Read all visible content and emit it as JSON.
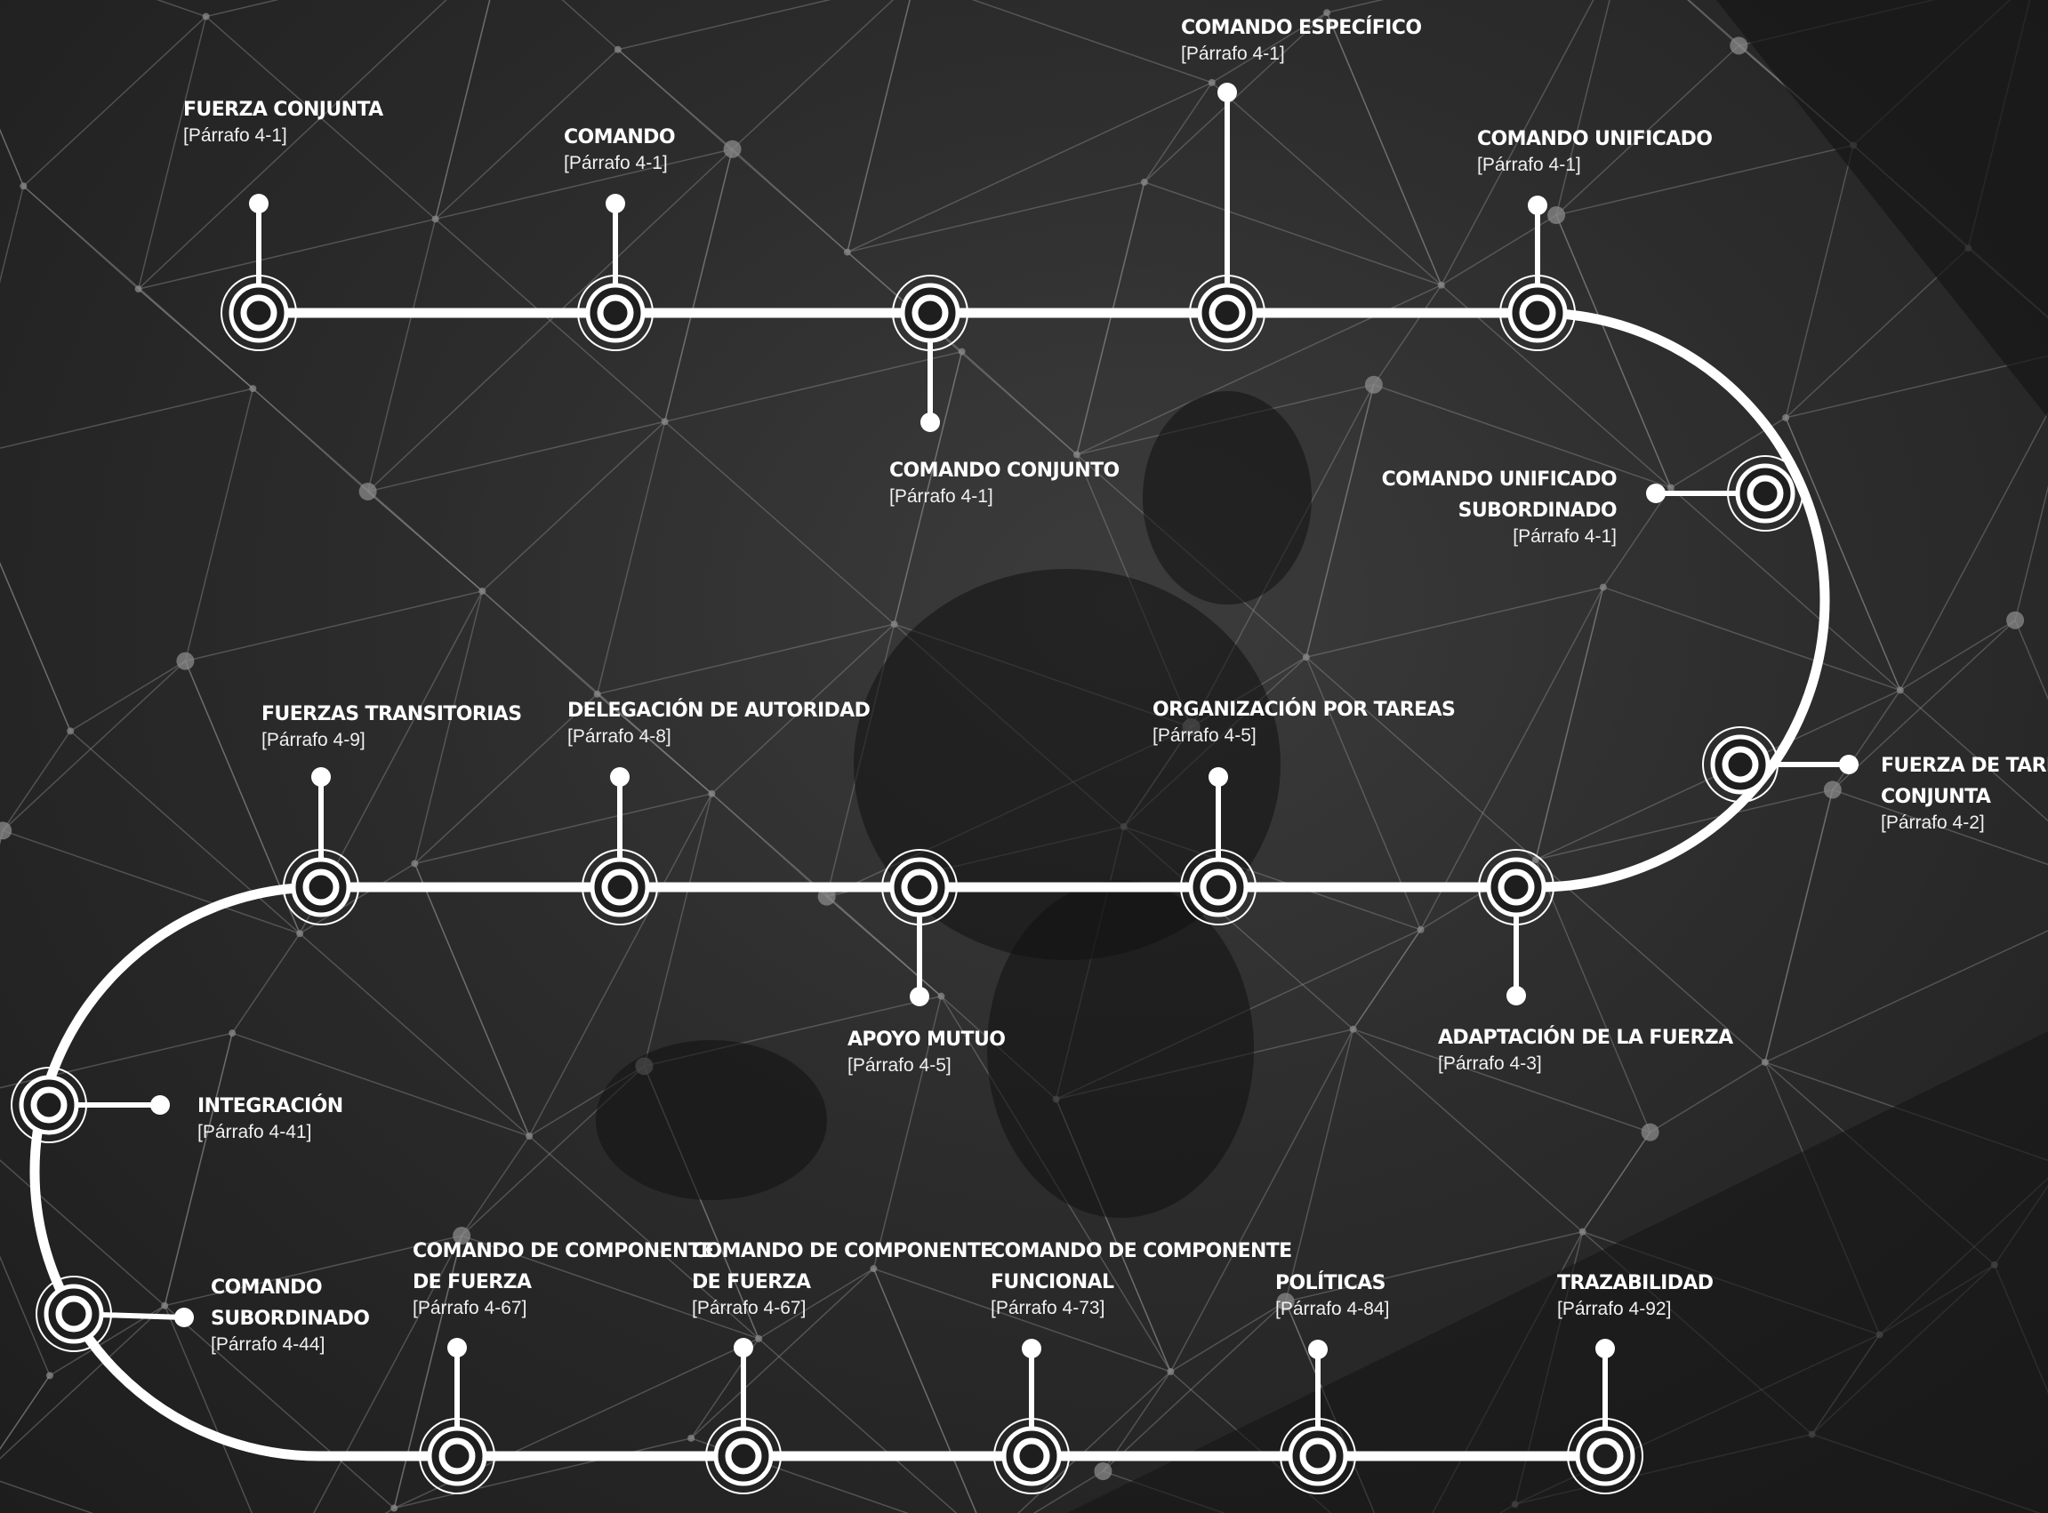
{
  "colors": {
    "background": "#2c2c2c",
    "track": "#ffffff",
    "web_lines": "#8a8a8a"
  },
  "nodes": [
    {
      "title": "FUERZA CONJUNTA",
      "ref": "[Párrafo 4-1]"
    },
    {
      "title": "COMANDO",
      "ref": "[Párrafo 4-1]"
    },
    {
      "title": "COMANDO CONJUNTO",
      "ref": "[Párrafo 4-1]"
    },
    {
      "title": "COMANDO ESPECÍFICO",
      "ref": "[Párrafo 4-1]"
    },
    {
      "title": "COMANDO UNIFICADO",
      "ref": "[Párrafo 4-1]"
    },
    {
      "title": "COMANDO UNIFICADO SUBORDINADO",
      "title_lines": [
        "COMANDO UNIFICADO",
        "SUBORDINADO"
      ],
      "ref": "[Párrafo 4-1]"
    },
    {
      "title": "FUERZA DE TAREA CONJUNTA",
      "title_lines": [
        "FUERZA DE TAREA",
        "CONJUNTA"
      ],
      "ref": "[Párrafo 4-2]"
    },
    {
      "title": "ADAPTACIÓN DE LA FUERZA",
      "ref": "[Párrafo 4-3]"
    },
    {
      "title": "ORGANIZACIÓN POR TAREAS",
      "ref": "[Párrafo 4-5]"
    },
    {
      "title": "APOYO MUTUO",
      "ref": "[Párrafo 4-5]"
    },
    {
      "title": "DELEGACIÓN DE AUTORIDAD",
      "ref": "[Párrafo 4-8]"
    },
    {
      "title": "FUERZAS TRANSITORIAS",
      "ref": "[Párrafo 4-9]"
    },
    {
      "title": "INTEGRACIÓN",
      "ref": "[Párrafo 4-41]"
    },
    {
      "title": "COMANDO SUBORDINADO",
      "title_lines": [
        "COMANDO",
        "SUBORDINADO"
      ],
      "ref": "[Párrafo 4-44]"
    },
    {
      "title": "COMANDO DE COMPONENTE DE FUERZA",
      "title_lines": [
        "COMANDO DE COMPONENTE",
        "DE FUERZA"
      ],
      "ref": "[Párrafo 4-67]"
    },
    {
      "title": "COMANDO DE COMPONENTE DE FUERZA",
      "title_lines": [
        "COMANDO DE COMPONENTE",
        "DE FUERZA"
      ],
      "ref": "[Párrafo 4-67]"
    },
    {
      "title": "COMANDO DE COMPONENTE FUNCIONAL",
      "title_lines": [
        "COMANDO DE COMPONENTE",
        "FUNCIONAL"
      ],
      "ref": "[Párrafo 4-73]"
    },
    {
      "title": "POLÍTICAS",
      "ref": "[Párrafo 4-84]"
    },
    {
      "title": "TRAZABILIDAD",
      "ref": "[Párrafo 4-92]"
    }
  ]
}
